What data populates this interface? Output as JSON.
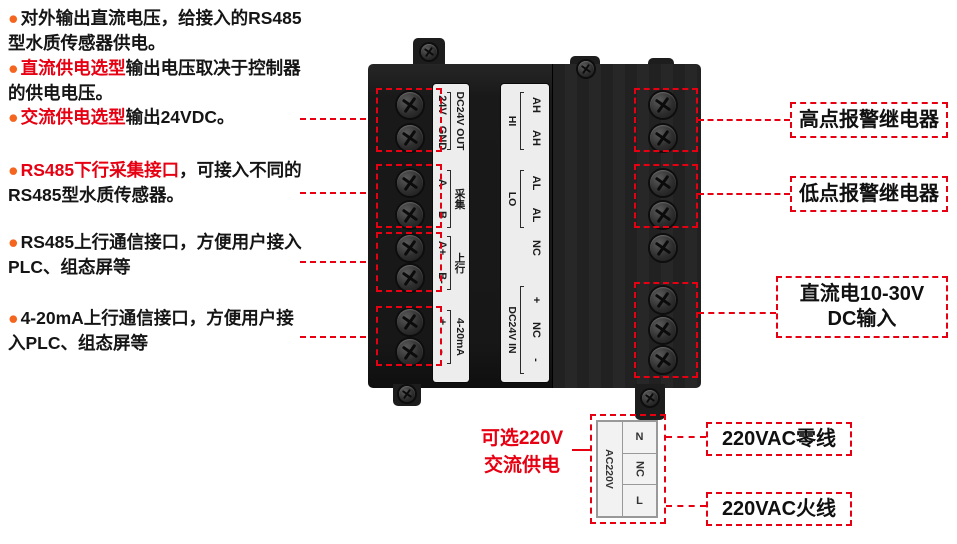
{
  "colors": {
    "accent_red": "#e60012",
    "bullet_orange": "#f4661f",
    "device_body": "#1a1a1a",
    "strip_bg": "#ededed"
  },
  "left_notes": {
    "note1": {
      "item1_bullet": "●",
      "item1_text": "对外输出直流电压，给接入的RS485型水质传感器供电。",
      "item2_bullet": "●",
      "item2_red": "直流供电选型",
      "item2_text": "输出电压取决于控制器的供电电压。",
      "item3_bullet": "●",
      "item3_red": "交流供电选型",
      "item3_text": "输出24VDC。"
    },
    "note2": {
      "bullet": "●",
      "red": "RS485下行采集接口",
      "text": "，可接入不同的RS485型水质传感器。"
    },
    "note3": {
      "bullet": "●",
      "text": "RS485上行通信接口，方便用户接入PLC、组态屏等"
    },
    "note4": {
      "bullet": "●",
      "text": "4-20mA上行通信接口，方便用户接入PLC、组态屏等"
    }
  },
  "device": {
    "left_terminals": [
      "24V",
      "GND",
      "A",
      "B",
      "A+",
      "B-",
      "+",
      "-"
    ],
    "left_groups": [
      "DC24V OUT",
      "采集",
      "上行",
      "4-20mA"
    ],
    "right_terminals": [
      "AH",
      "AH",
      "AL",
      "AL",
      "NC",
      "+",
      "NC",
      "-"
    ],
    "right_groups": [
      "HI",
      "LO",
      "DC24V IN"
    ]
  },
  "right_labels": {
    "high_alarm": "高点报警继电器",
    "low_alarm": "低点报警继电器",
    "dc_input_line1": "直流电10-30V",
    "dc_input_line2": "DC输入",
    "ac_neutral": "220VAC零线",
    "ac_live": "220VAC火线"
  },
  "ac_block": {
    "label": "AC220V",
    "n": "N",
    "nc": "NC",
    "l": "L",
    "note_line1": "可选220V",
    "note_line2": "交流供电"
  }
}
